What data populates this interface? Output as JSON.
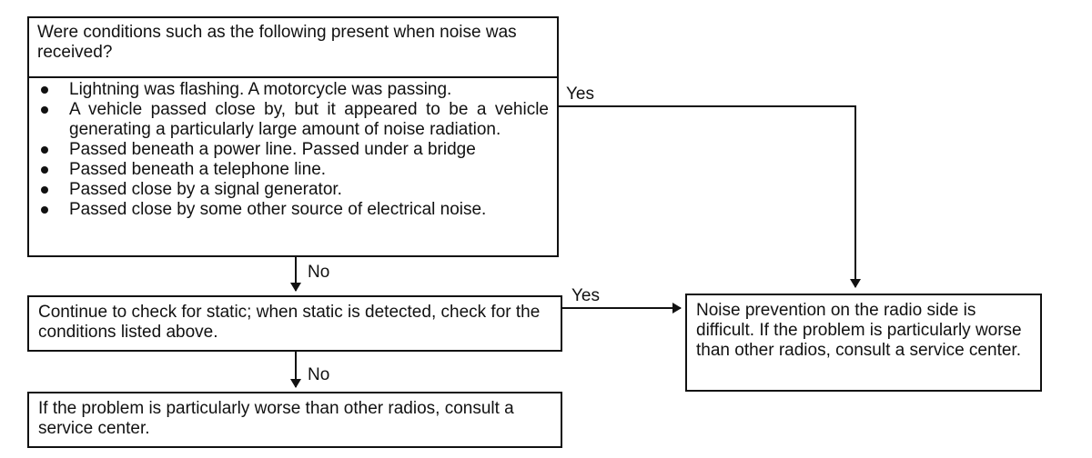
{
  "question_box": {
    "heading": "Were conditions such as the following present when noise was received?",
    "conditions": [
      "Lightning was flashing. A motorcycle was passing.",
      "A vehicle passed close by, but it appeared to be a vehicle generating a particularly large amount of noise radiation.",
      "Passed beneath a power line. Passed under a bridge",
      "Passed beneath a telephone line.",
      "Passed close by a signal generator.",
      "Passed close by some other source of electrical noise."
    ]
  },
  "check_box": {
    "text": "Continue to check for static; when static is detected, check for the conditions listed above."
  },
  "service_box": {
    "text": "If the problem is particularly worse than other radios, consult a service center."
  },
  "noise_box": {
    "text": "Noise prevention on the radio side is difficult. If the problem is particularly worse than other radios, consult a service center."
  },
  "edge_labels": {
    "yes_1": "Yes",
    "no_1": "No",
    "yes_2": "Yes",
    "no_2": "No"
  }
}
